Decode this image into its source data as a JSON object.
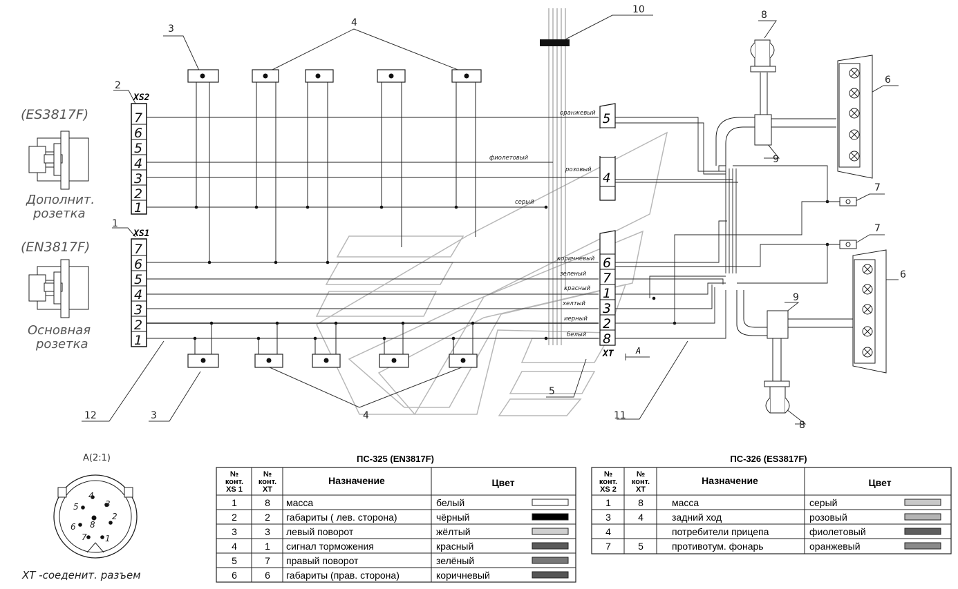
{
  "diagram": {
    "callouts": {
      "c1": "1",
      "c2": "2",
      "c3a": "3",
      "c3b": "3",
      "c4a": "4",
      "c4b": "4",
      "c5": "5",
      "c6a": "6",
      "c6b": "6",
      "c7a": "7",
      "c7b": "7",
      "c8a": "8",
      "c8b": "8",
      "c9a": "9",
      "c9b": "9",
      "c10": "10",
      "c11": "11",
      "c12": "12"
    },
    "xs2": {
      "label": "XS2",
      "code": "(ES3817F)",
      "caption_1": "Дополнит.",
      "caption_2": "розетка",
      "pins": [
        "7",
        "6",
        "5",
        "4",
        "3",
        "2",
        "1"
      ]
    },
    "xs1": {
      "label": "XS1",
      "code": "(EN3817F)",
      "caption_1": "Основная",
      "caption_2": "розетка",
      "pins": [
        "7",
        "6",
        "5",
        "4",
        "3",
        "2",
        "1"
      ]
    },
    "xt": {
      "label": "XT",
      "upper_pins": [
        "5",
        "4"
      ],
      "lower_pins": [
        "6",
        "7",
        "1",
        "3",
        "2",
        "8"
      ],
      "view_mark": "A"
    },
    "wire_labels": {
      "orange": "оранжевый",
      "violet": "фиолетовый",
      "pink": "розовый",
      "grey": "серый",
      "brown": "коричневый",
      "green": "зеленый",
      "red": "красный",
      "yellow": "хелтый",
      "black": "иерный",
      "white": "белый"
    },
    "connector_view": {
      "title": "A(2:1)",
      "pins": [
        "4",
        "3",
        "5",
        "2",
        "6",
        "8",
        "7",
        "1"
      ],
      "caption": "XT -соеденит. разъем"
    }
  },
  "table_ps325": {
    "title": "ПС-325 (EN3817F)",
    "headers": {
      "col1_l1": "№",
      "col1_l2": "конт.",
      "col1_l3": "XS 1",
      "col2_l1": "№",
      "col2_l2": "конт.",
      "col2_l3": "XT",
      "col3": "Назначение",
      "col4": "Цвет"
    },
    "rows": [
      {
        "xs": "1",
        "xt": "8",
        "purpose": "масса",
        "color": "белый",
        "swatch": "#ffffff"
      },
      {
        "xs": "2",
        "xt": "2",
        "purpose": "габариты ( лев. сторона)",
        "color": "чёрный",
        "swatch": "#000000"
      },
      {
        "xs": "3",
        "xt": "3",
        "purpose": "левый поворот",
        "color": "жёлтый",
        "swatch": "#cfcfcf"
      },
      {
        "xs": "4",
        "xt": "1",
        "purpose": "сигнал торможения",
        "color": "красный",
        "swatch": "#5a5a5a"
      },
      {
        "xs": "5",
        "xt": "7",
        "purpose": "правый поворот",
        "color": "зелёный",
        "swatch": "#777777"
      },
      {
        "xs": "6",
        "xt": "6",
        "purpose": "габариты (прав. сторона)",
        "color": "коричневый",
        "swatch": "#555555"
      }
    ]
  },
  "table_ps326": {
    "title": "ПС-326 (ES3817F)",
    "headers": {
      "col1_l1": "№",
      "col1_l2": "конт.",
      "col1_l3": "XS 2",
      "col2_l1": "№",
      "col2_l2": "конт.",
      "col2_l3": "XT",
      "col3": "Назначение",
      "col4": "Цвет"
    },
    "rows": [
      {
        "xs": "1",
        "xt": "8",
        "purpose": "масса",
        "color": "серый",
        "swatch": "#c8c8c8"
      },
      {
        "xs": "3",
        "xt": "4",
        "purpose": "задний ход",
        "color": "розовый",
        "swatch": "#b4b4b4"
      },
      {
        "xs": "4",
        "xt": "",
        "purpose": "потребители прицепа",
        "color": "фиолетовый",
        "swatch": "#5e5e5e"
      },
      {
        "xs": "7",
        "xt": "5",
        "purpose": "противотум. фонарь",
        "color": "оранжевый",
        "swatch": "#8a8a8a"
      }
    ]
  }
}
